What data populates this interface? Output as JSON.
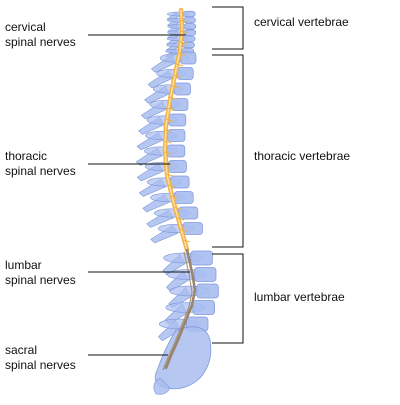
{
  "colors": {
    "vertebra_fill": "#a9bdf0",
    "vertebra_stroke": "#7f98db",
    "cord_cervical_thoracic": "#f2b347",
    "cord_lumbar_sacral": "#9a8468",
    "leader_line": "#111111"
  },
  "left_labels": [
    {
      "id": "cervical",
      "line1": "cervical",
      "line2": "spinal nerves"
    },
    {
      "id": "thoracic",
      "line1": "thoracic",
      "line2": "spinal nerves"
    },
    {
      "id": "lumbar",
      "line1": "lumbar",
      "line2": "spinal nerves"
    },
    {
      "id": "sacral",
      "line1": "sacral",
      "line2": "spinal nerves"
    }
  ],
  "right_labels": [
    {
      "id": "cervical",
      "text": "cervical vertebrae"
    },
    {
      "id": "thoracic",
      "text": "thoracic vertebrae"
    },
    {
      "id": "lumbar",
      "text": "lumbar vertebrae"
    }
  ]
}
